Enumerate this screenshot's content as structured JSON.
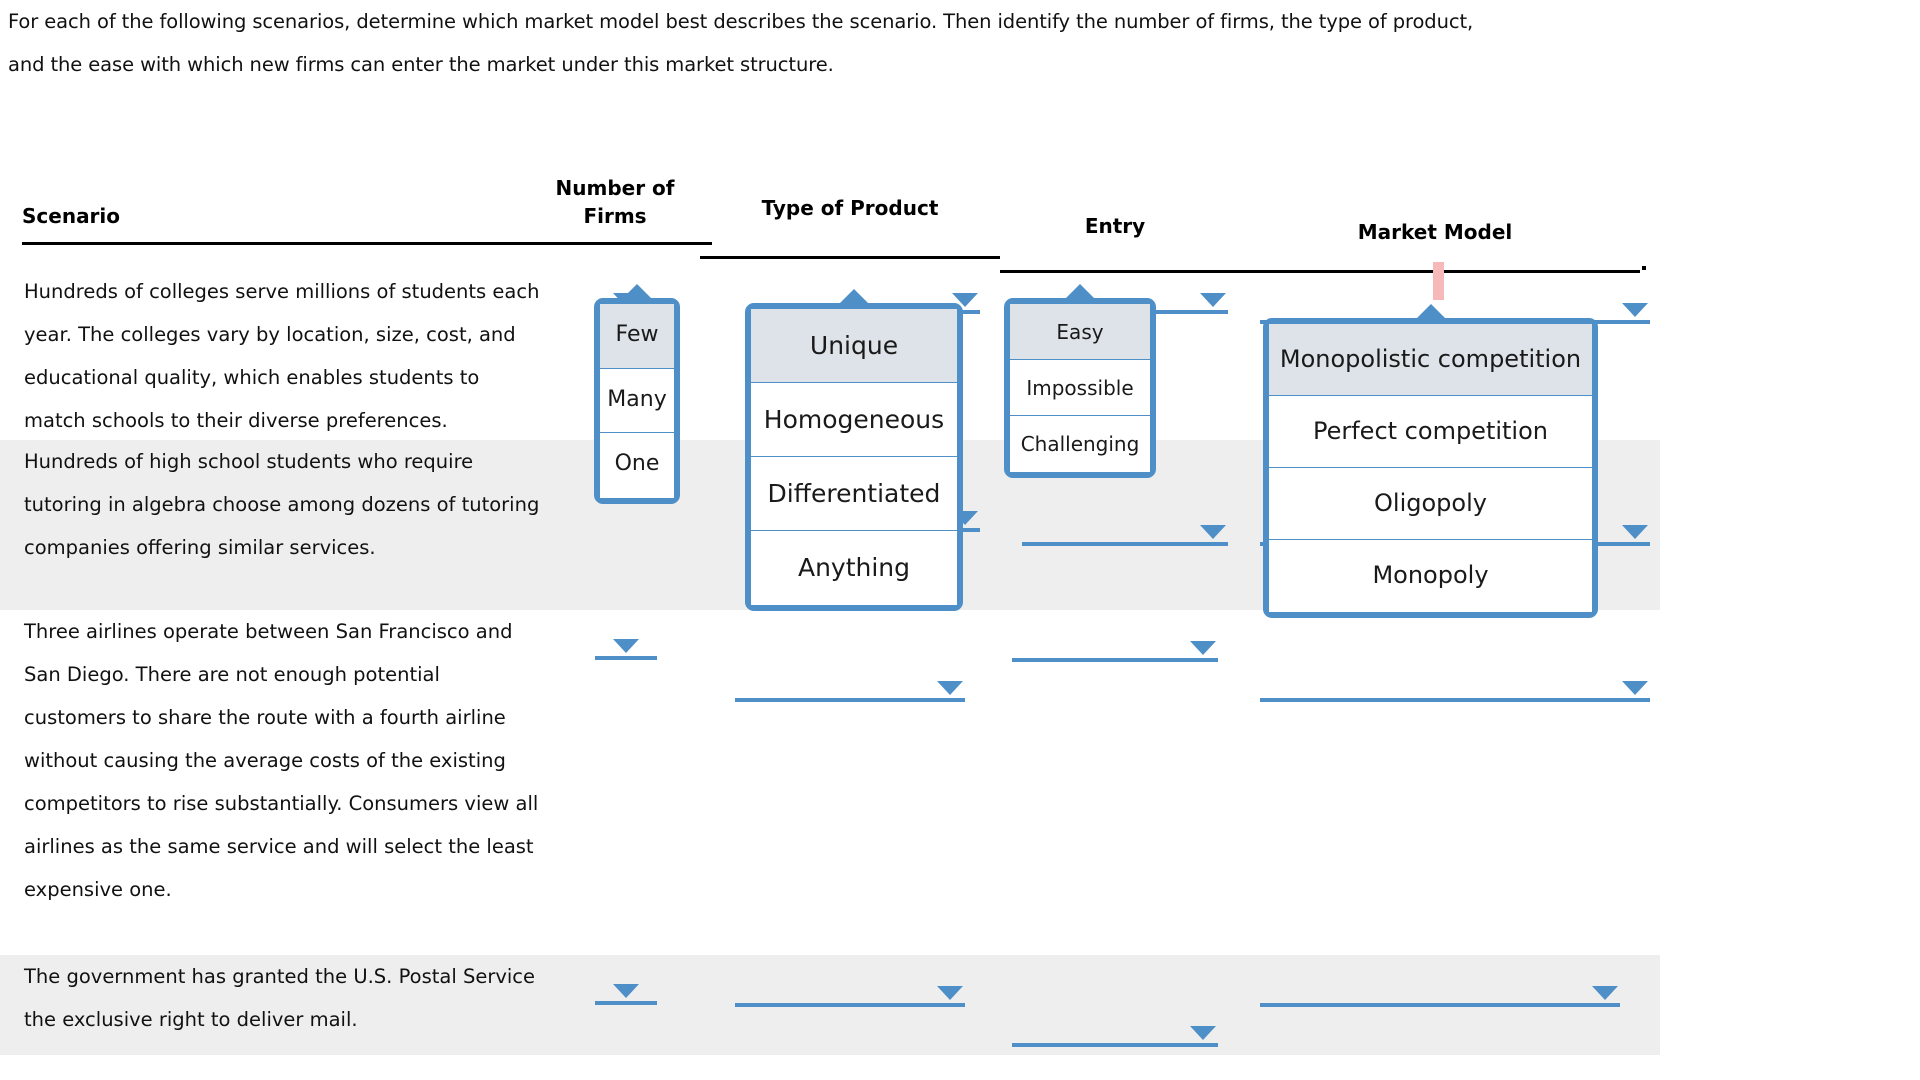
{
  "prompt": {
    "line1": "For each of the following scenarios, determine which market model best describes the scenario. Then identify the number of firms, the type of product,",
    "line2": "and the ease with which new firms can enter the market under this market structure."
  },
  "table": {
    "headers": {
      "scenario": "Scenario",
      "number_of_firms_line1": "Number of",
      "number_of_firms_line2": "Firms",
      "type_of_product": "Type of Product",
      "entry": "Entry",
      "market_model": "Market Model"
    },
    "rows": [
      {
        "scenario": "Hundreds of colleges serve millions of students each year. The colleges vary by location, size, cost, and educational quality, which enables students to match schools to their diverse preferences.",
        "shaded": false
      },
      {
        "scenario": "Hundreds of high school students who require tutoring in algebra choose among dozens of tutoring companies offering similar services.",
        "shaded": true
      },
      {
        "scenario": "Three airlines operate between San Francisco and San Diego. There are not enough potential customers to share the route with a fourth airline without causing the average costs of the existing competitors to rise substantially. Consumers view all airlines as the same service and will select the least expensive one.",
        "shaded": false
      },
      {
        "scenario": "The government has granted the U.S. Postal Service the exclusive right to deliver mail.",
        "shaded": true
      }
    ]
  },
  "dropdowns": {
    "number_of_firms": {
      "options": [
        "Few",
        "Many",
        "One"
      ],
      "selected": "Few",
      "open": true
    },
    "type_of_product": {
      "options": [
        "Unique",
        "Homogeneous",
        "Differentiated",
        "Anything"
      ],
      "selected": "Unique",
      "open": true
    },
    "entry": {
      "options": [
        "Easy",
        "Impossible",
        "Challenging"
      ],
      "selected": "Easy",
      "open": true
    },
    "market_model": {
      "options": [
        "Monopolistic competition",
        "Perfect competition",
        "Oligopoly",
        "Monopoly"
      ],
      "selected": "Monopolistic competition",
      "open": true
    }
  },
  "colors": {
    "accent_blue": "#4e8fc8",
    "selected_option_bg": "#dde3e8",
    "row_shade": "#eeeeee",
    "cursor_pink": "#f6b8b8",
    "text": "#111111"
  }
}
